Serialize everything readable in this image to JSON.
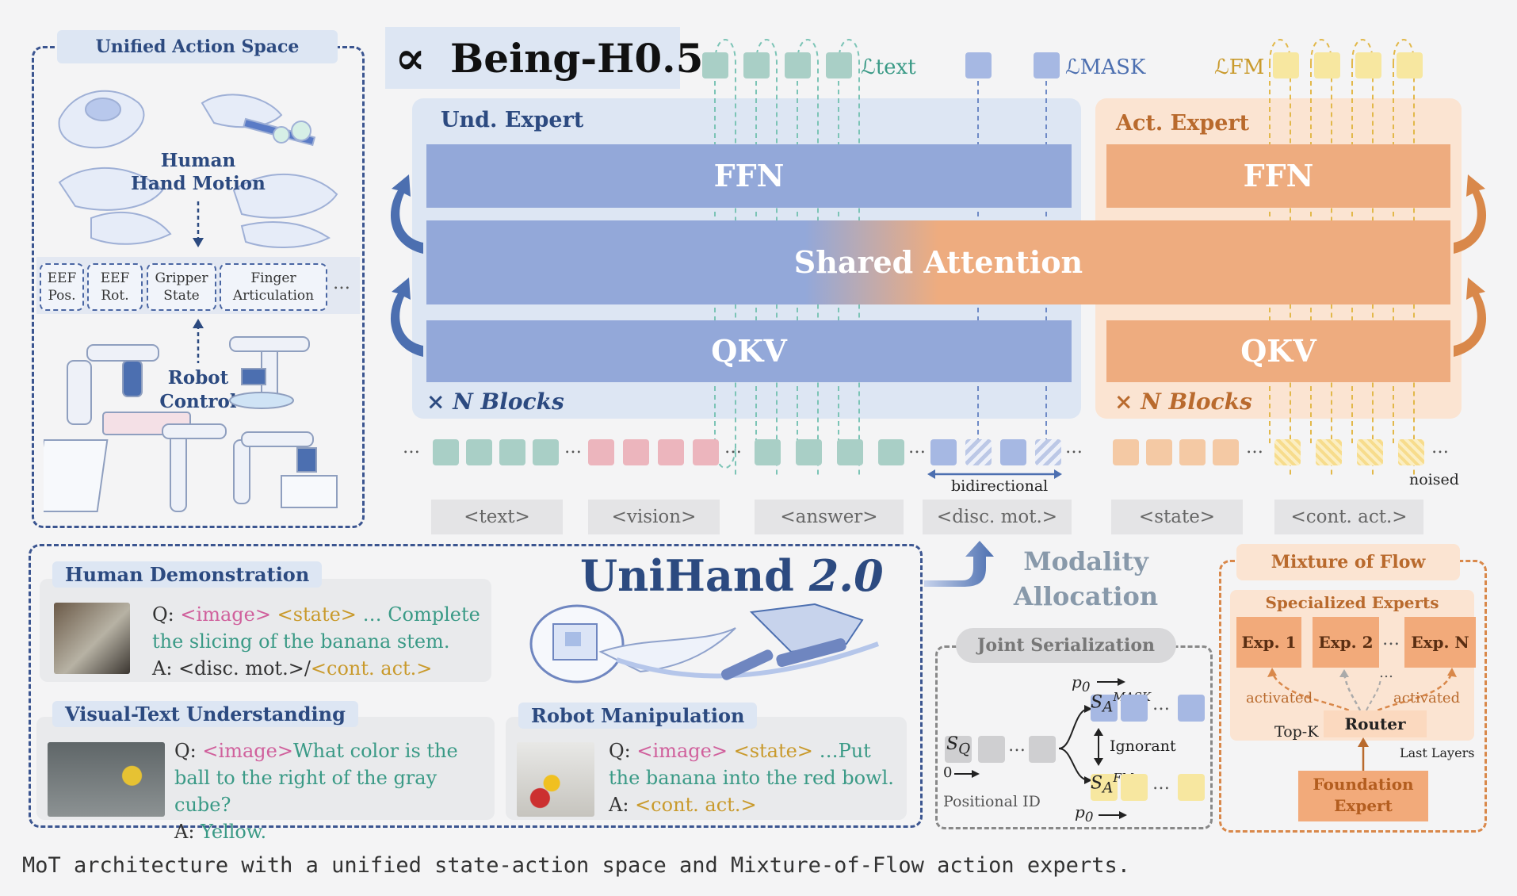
{
  "left_panel": {
    "title": "Unified Action Space",
    "human_label": "Human\nHand Motion",
    "robot_label": "Robot\nControl",
    "dims": [
      "EEF\nPos.",
      "EEF\nRot.",
      "Gripper\nState",
      "Finger\nArticulation"
    ],
    "ellipsis": "…"
  },
  "logo": {
    "symbol": "∝",
    "text": "Being-H0.5"
  },
  "losses": {
    "text": "ℒtext",
    "mask": "ℒMASK",
    "fm": "ℒFM"
  },
  "und_expert": {
    "title": "Und. Expert",
    "ffn": "FFN",
    "qkv": "QKV",
    "blocks": "× N Blocks"
  },
  "act_expert": {
    "title": "Act. Expert",
    "ffn": "FFN",
    "qkv": "QKV",
    "blocks": "× N Blocks"
  },
  "shared_attention": "Shared Attention",
  "token_tags": [
    "<text>",
    "<vision>",
    "<answer>",
    "<disc. mot.>",
    "<state>",
    "<cont. act.>"
  ],
  "bidirectional": "bidirectional",
  "noised": "noised",
  "ellipsis": "…",
  "unihand": {
    "title": "UniHand",
    "version": "2.0",
    "human_demo": {
      "title": "Human Demonstration",
      "q_prefix": "Q:",
      "q_image": "<image>",
      "q_state": "<state>",
      "q_text": "… Complete the slicing of  the banana stem.",
      "a_prefix": "A:",
      "a_disc": "<disc. mot.>",
      "a_sep": "/",
      "a_cont": "<cont. act.>"
    },
    "visual_text": {
      "title": "Visual-Text Understanding",
      "q_prefix": "Q:",
      "q_image": "<image>",
      "q_text": "What color is the ball to the right of  the gray cube?",
      "a_prefix": "A:",
      "a_text": "Yellow."
    },
    "robot_manip": {
      "title": "Robot Manipulation",
      "q_prefix": "Q:",
      "q_image": "<image>",
      "q_state": "<state>",
      "q_text": "…Put the banana into the red bowl.",
      "a_prefix": "A:",
      "a_cont": "<cont. act.>"
    }
  },
  "modality": {
    "title": "Modality\nAllocation",
    "joint": "Joint Serialization",
    "p0": "p",
    "p0_sub": "0",
    "sq": "S",
    "sq_sub": "Q",
    "zero": "0",
    "sa": "S",
    "sa_sub": "A",
    "mask_sup": "MASK",
    "fm_sup": "FM",
    "ignorant": "Ignorant",
    "positional": "Positional ID"
  },
  "mof": {
    "title": "Mixture of Flow",
    "specialized": "Specialized Experts",
    "experts": [
      "Exp. 1",
      "Exp. 2",
      "Exp. N"
    ],
    "activated_left": "activated",
    "activated_right": "activated",
    "topk": "Top-K",
    "router": "Router",
    "last_layers": "Last Layers",
    "foundation": "Foundation\nExpert"
  },
  "caption": "MoT architecture with a unified state-action space and Mixture-of-Flow action experts.",
  "colors": {
    "navy": "#2c4a80",
    "blue_bar": "#93a8d9",
    "orange_bar": "#eeac7f",
    "teal": "#3a9a86",
    "gold": "#c99a2c",
    "pink": "#d0609c"
  }
}
